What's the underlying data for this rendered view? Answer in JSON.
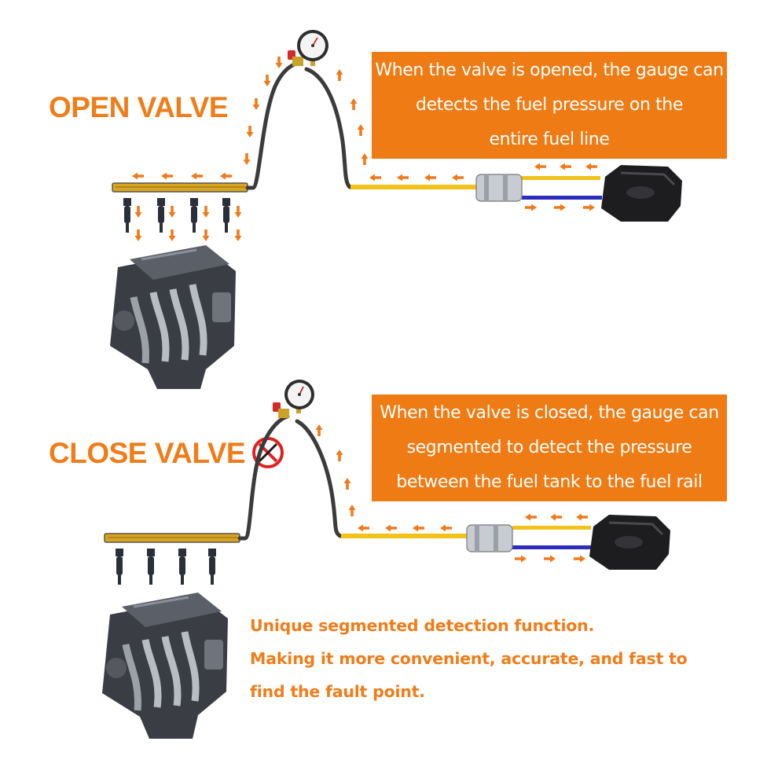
{
  "open_section": {
    "heading": "OPEN VALVE",
    "callout_lines": [
      "When the valve is opened, the gauge can",
      "detects the fuel pressure on the",
      "entire fuel line"
    ]
  },
  "close_section": {
    "heading": "CLOSE VALVE",
    "prohibited_icon": "no-entry-icon",
    "callout_lines": [
      "When the valve is closed, the gauge can",
      "segmented to detect the pressure",
      "between the fuel tank to the fuel rail"
    ]
  },
  "footer": {
    "lines": [
      "Unique segmented detection function.",
      "Making it more convenient, accurate, and fast to",
      "find the fault point."
    ]
  },
  "colors": {
    "accent_orange": "#ee7b14",
    "arrow_orange": "#f07a1a",
    "fuel_line_yellow": "#f2c21b",
    "return_line_blue": "#2c2dbd",
    "prohibit_red": "#e02020"
  }
}
